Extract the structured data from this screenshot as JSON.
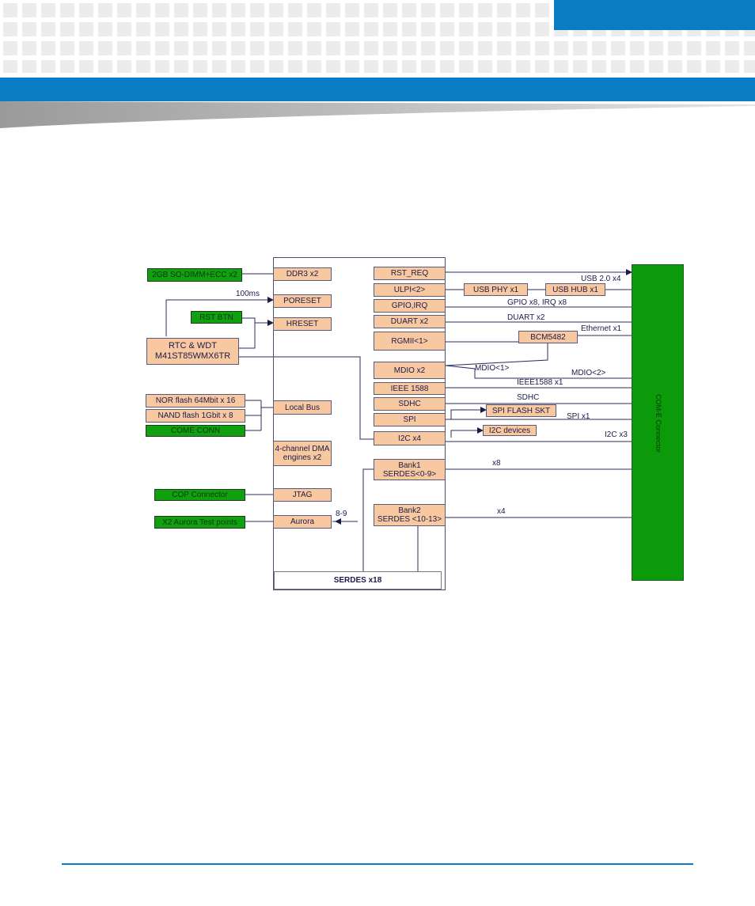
{
  "diagram": {
    "cpu_blocks": {
      "ddr3": "DDR3 x2",
      "poreset": "PORESET",
      "hreset": "HRESET",
      "local_bus": "Local Bus",
      "dma": "4-channel DMA\nengines x2",
      "jtag": "JTAG",
      "aurora": "Aurora",
      "rst_req": "RST_REQ",
      "ulpi": "ULPI<2>",
      "gpio_irq": "GPIO,IRQ",
      "duart": "DUART x2",
      "rgmii": "RGMII<1>",
      "mdio": "MDIO x2",
      "ieee1588": "IEEE 1588",
      "sdhc": "SDHC",
      "spi": "SPI",
      "i2c": "I2C x4",
      "bank1": "Bank1\nSERDES<0-9>",
      "bank2": "Bank2\nSERDES <10-13>",
      "serdes_x18": "SERDES x18"
    },
    "left_blocks": {
      "sodimm": "2GB SO-DIMM+ECC x2",
      "rst_btn": "RST BTN",
      "rtc": "RTC & WDT\nM41ST85WMX6TR",
      "nor_flash": "NOR flash 64Mbit x 16",
      "nand_flash": "NAND flash 1Gbit x 8",
      "come_conn": "COME CONN",
      "cop_connector": "COP Connector",
      "aurora_tp": "X2 Aurora Test points"
    },
    "right_blocks": {
      "usb_phy": "USB PHY x1",
      "usb_hub": "USB HUB x1",
      "bcm5482": "BCM5482",
      "spi_flash": "SPI FLASH SKT",
      "i2c_devices": "I2C devices",
      "come_connector": "COM-E Connector"
    },
    "line_labels": {
      "ms100": "100ms",
      "usb": "USB 2.0 x4",
      "gpio": "GPIO x8, IRQ x8",
      "duart": "DUART x2",
      "ethernet": "Ethernet x1",
      "mdio1": "MDIO<1>",
      "mdio2": "MDIO<2>",
      "ieee": "IEEE1588 x1",
      "sdhc": "SDHC",
      "spi": "SPI x1",
      "i2c": "I2C x3",
      "x8": "x8",
      "x4": "x4",
      "aurora_lanes": "8-9"
    }
  },
  "colors": {
    "brand_blue": "#0a7cc4",
    "block_orange": "#f8c9a0",
    "block_green": "#10a010"
  }
}
